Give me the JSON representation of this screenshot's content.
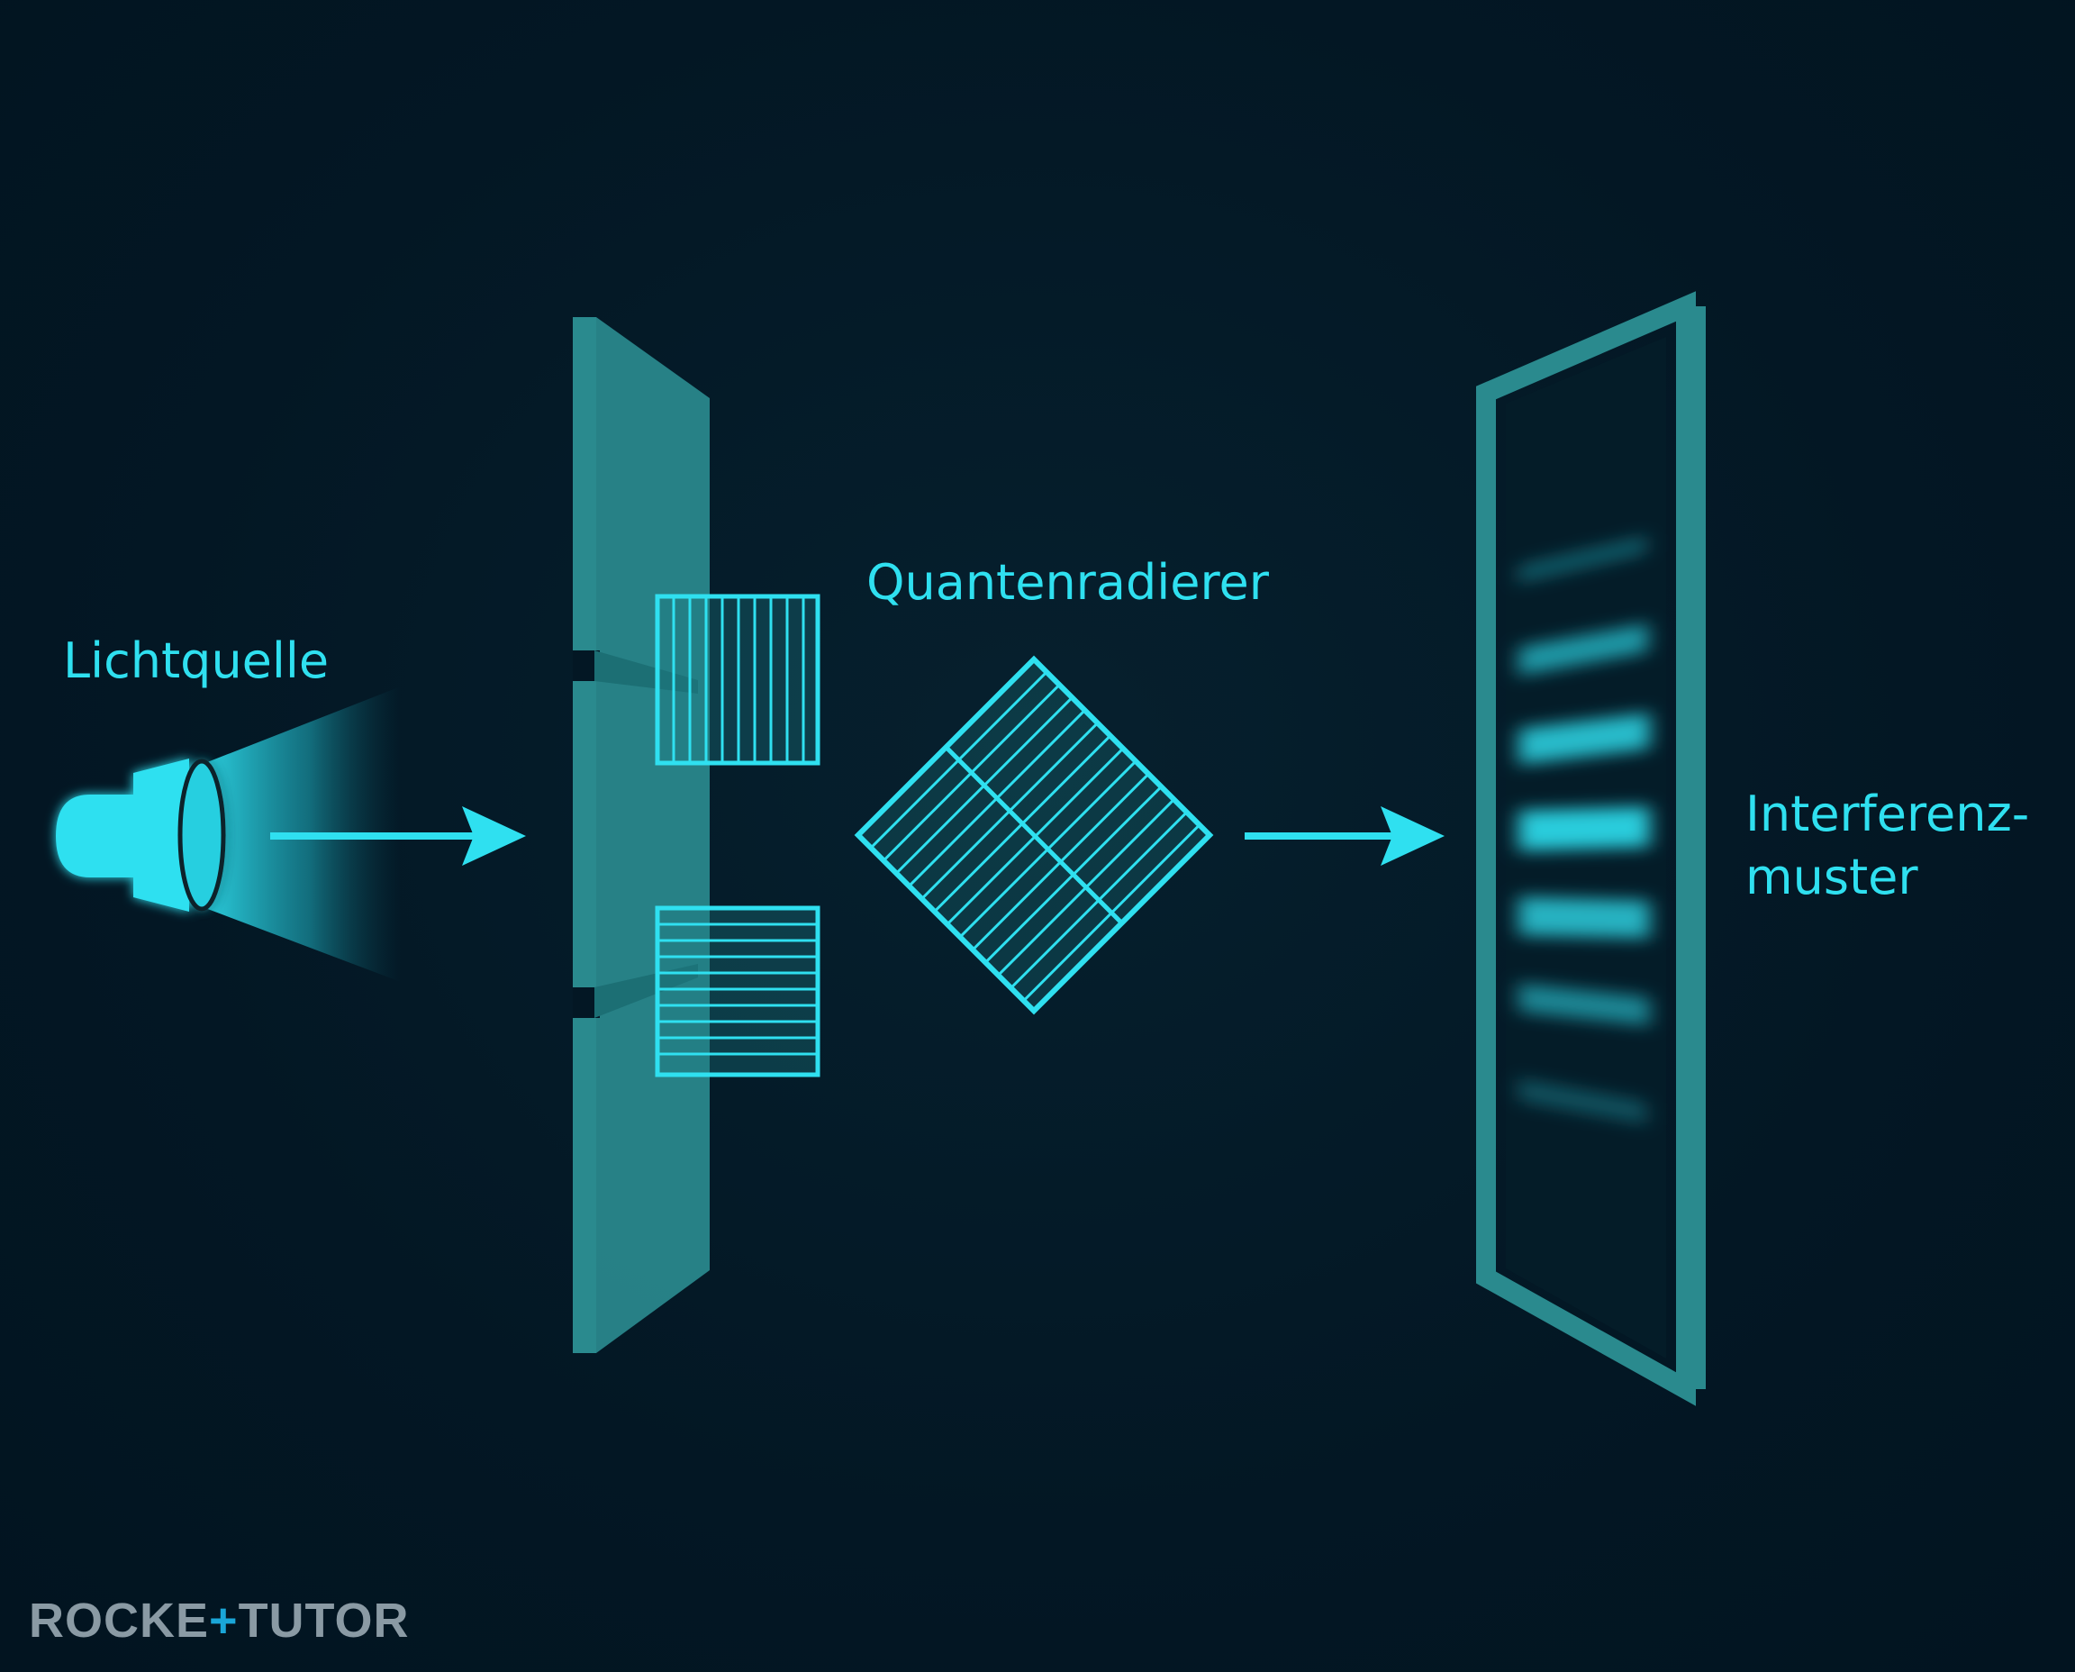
{
  "labels": {
    "light_source": "Lichtquelle",
    "eraser": "Quantenradierer",
    "pattern_line1": "Interferenz-",
    "pattern_line2": "muster"
  },
  "logo": {
    "part1": "ROCKE",
    "plus": "+",
    "part2": "TUTOR"
  },
  "colors": {
    "background": "#031724",
    "accent": "#2fe0f0",
    "panel": "#2a8a8e",
    "logo_text": "#8a9aa4",
    "logo_plus": "#1aa6d8"
  },
  "icons": [
    "lamp-icon",
    "arrow-right-icon",
    "polarizer-icon"
  ]
}
